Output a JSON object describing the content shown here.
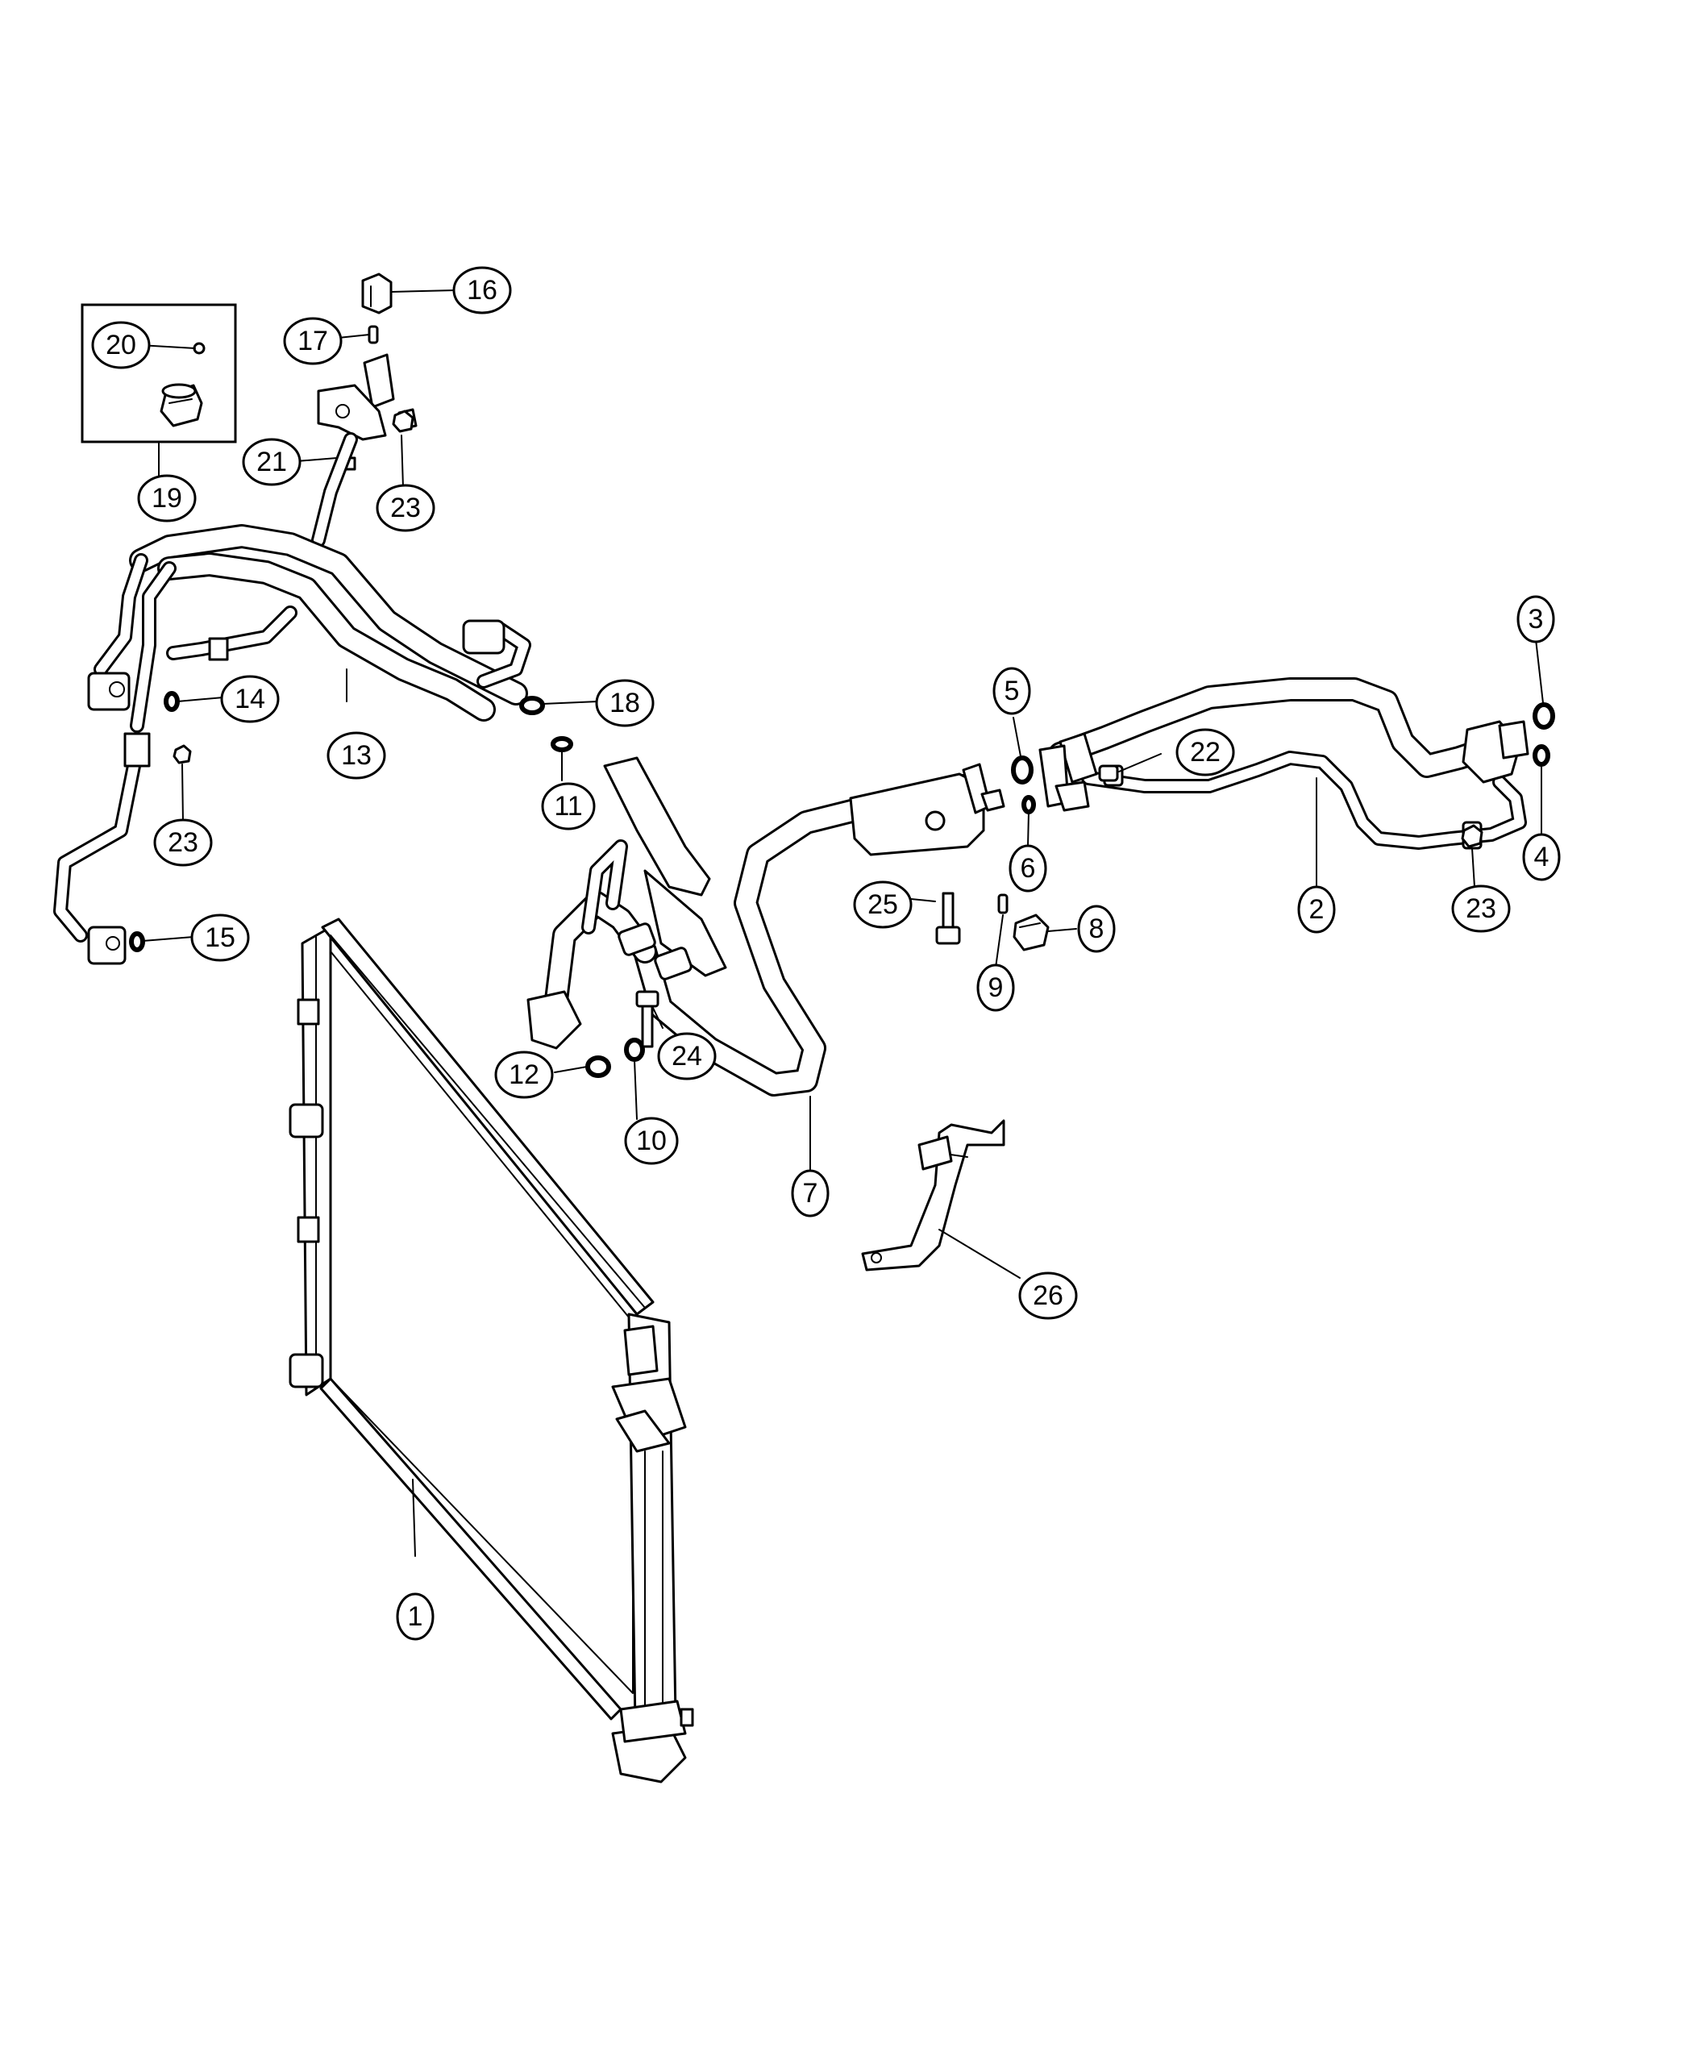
{
  "callouts": {
    "c1": "1",
    "c2": "2",
    "c3": "3",
    "c4": "4",
    "c5": "5",
    "c6": "6",
    "c7": "7",
    "c8": "8",
    "c9": "9",
    "c10": "10",
    "c11": "11",
    "c12": "12",
    "c13": "13",
    "c14": "14",
    "c15": "15",
    "c16": "16",
    "c17": "17",
    "c18": "18",
    "c19": "19",
    "c20": "20",
    "c21": "21",
    "c22": "22",
    "c23a": "23",
    "c23b": "23",
    "c23c": "23",
    "c24": "24",
    "c25": "25",
    "c26": "26"
  },
  "colors": {
    "line": "#000000",
    "background": "#ffffff"
  }
}
